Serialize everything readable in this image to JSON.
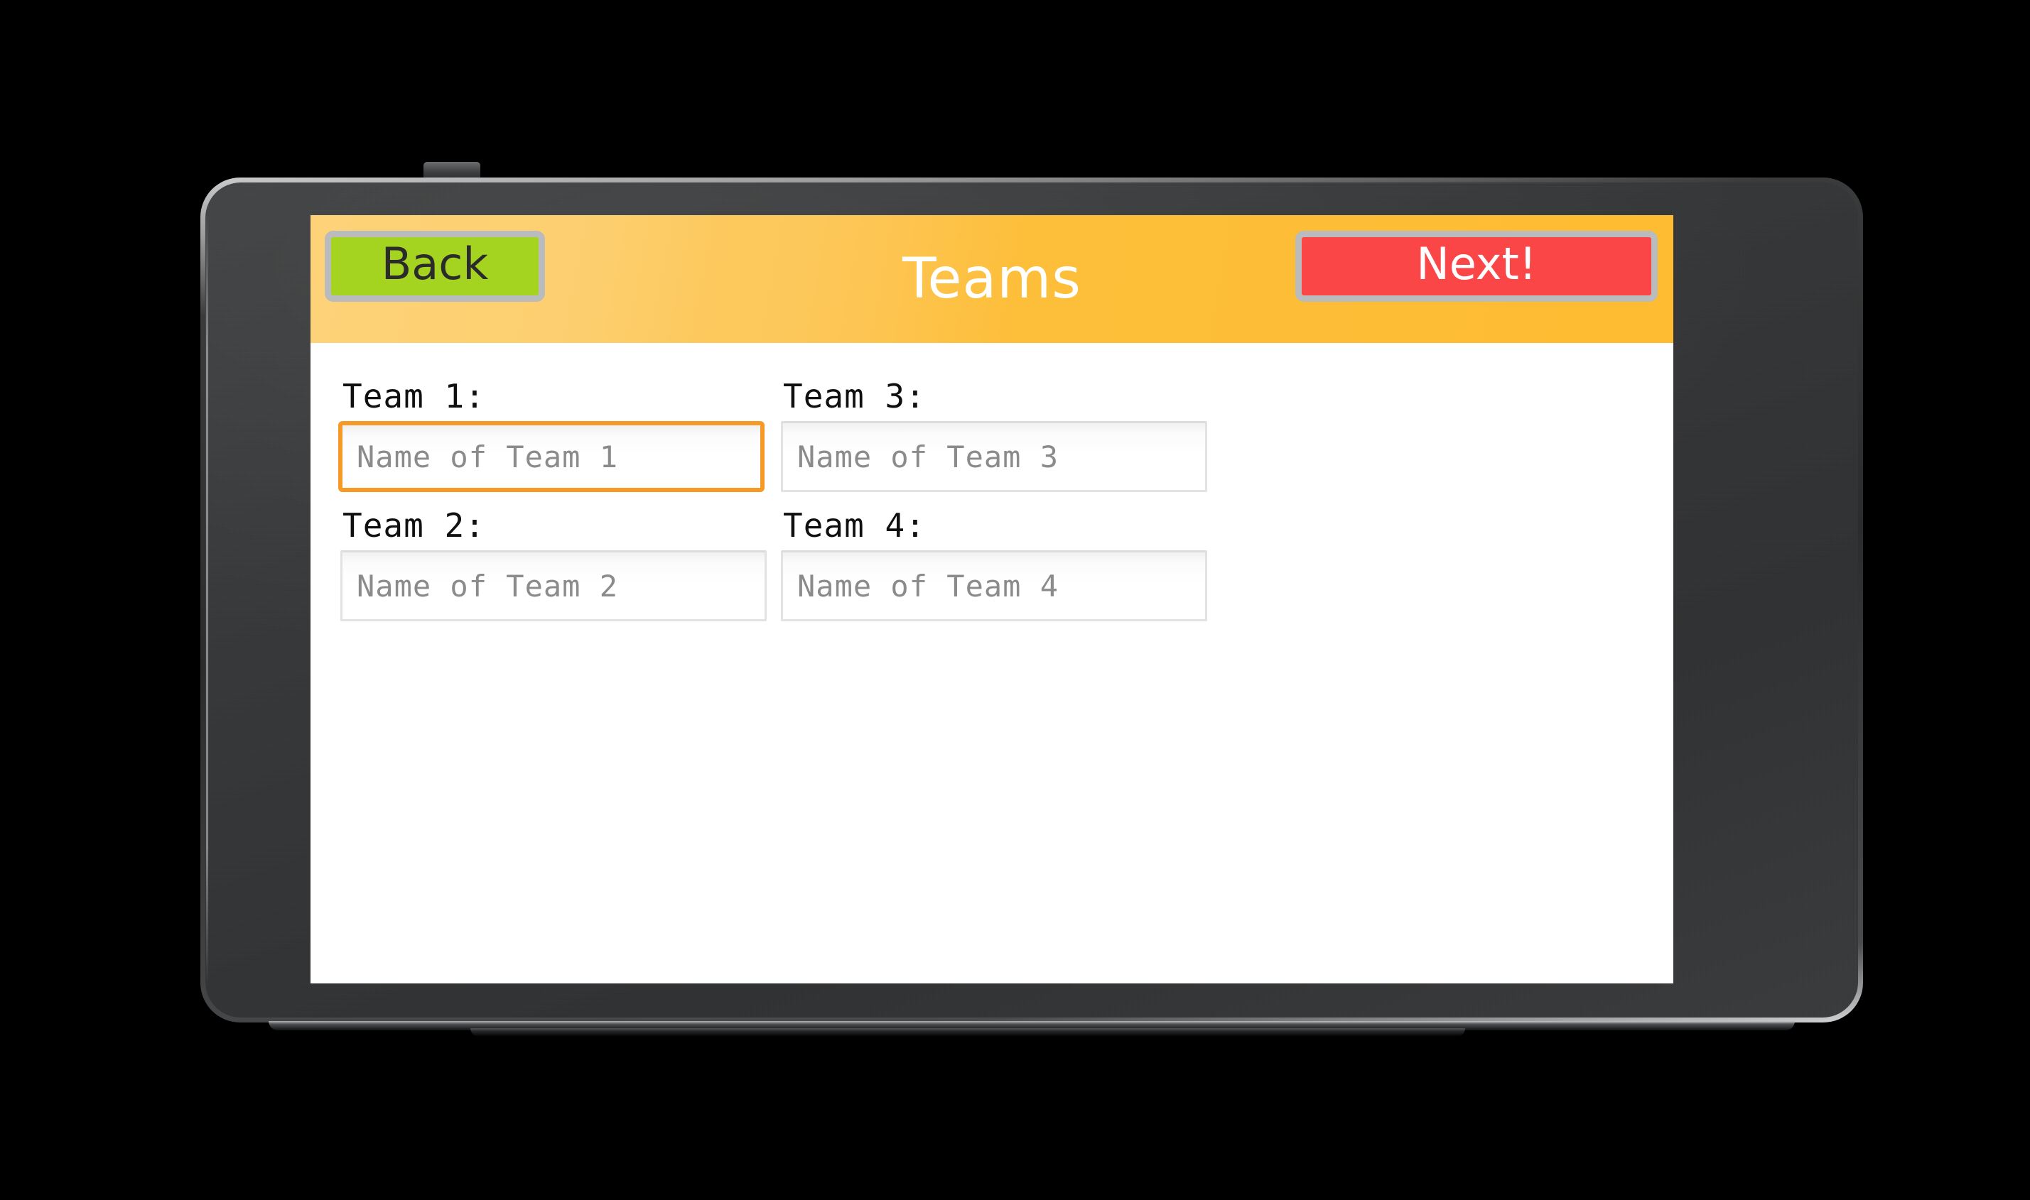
{
  "device": {
    "type": "android-phone-landscape",
    "components": [
      "earpiece-speaker",
      "front-camera",
      "proximity-sensor",
      "light-sensor"
    ]
  },
  "header": {
    "title": "Teams",
    "back_label": "Back",
    "next_label": "Next!",
    "colors": {
      "bar_left": "#FDCB63",
      "bar_right": "#FDBC31",
      "back_fill": "#A5D420",
      "next_fill": "#FB4648",
      "button_border": "#B9BBBD",
      "title_text": "#FFFFFF"
    }
  },
  "form": {
    "fields": [
      {
        "label": "Team 1:",
        "placeholder": "Name of Team 1",
        "value": "",
        "focused": true,
        "column": 1,
        "row": 1
      },
      {
        "label": "Team 2:",
        "placeholder": "Name of Team 2",
        "value": "",
        "focused": false,
        "column": 1,
        "row": 2
      },
      {
        "label": "Team 3:",
        "placeholder": "Name of Team 3",
        "value": "",
        "focused": false,
        "column": 2,
        "row": 1
      },
      {
        "label": "Team 4:",
        "placeholder": "Name of Team 4",
        "value": "",
        "focused": false,
        "column": 2,
        "row": 2
      }
    ],
    "colors": {
      "background": "#FFFFFF",
      "label_text": "#101010",
      "placeholder_text": "#8B8B8B",
      "focus_border": "#F59A27",
      "idle_border": "#E2E2E2"
    }
  }
}
